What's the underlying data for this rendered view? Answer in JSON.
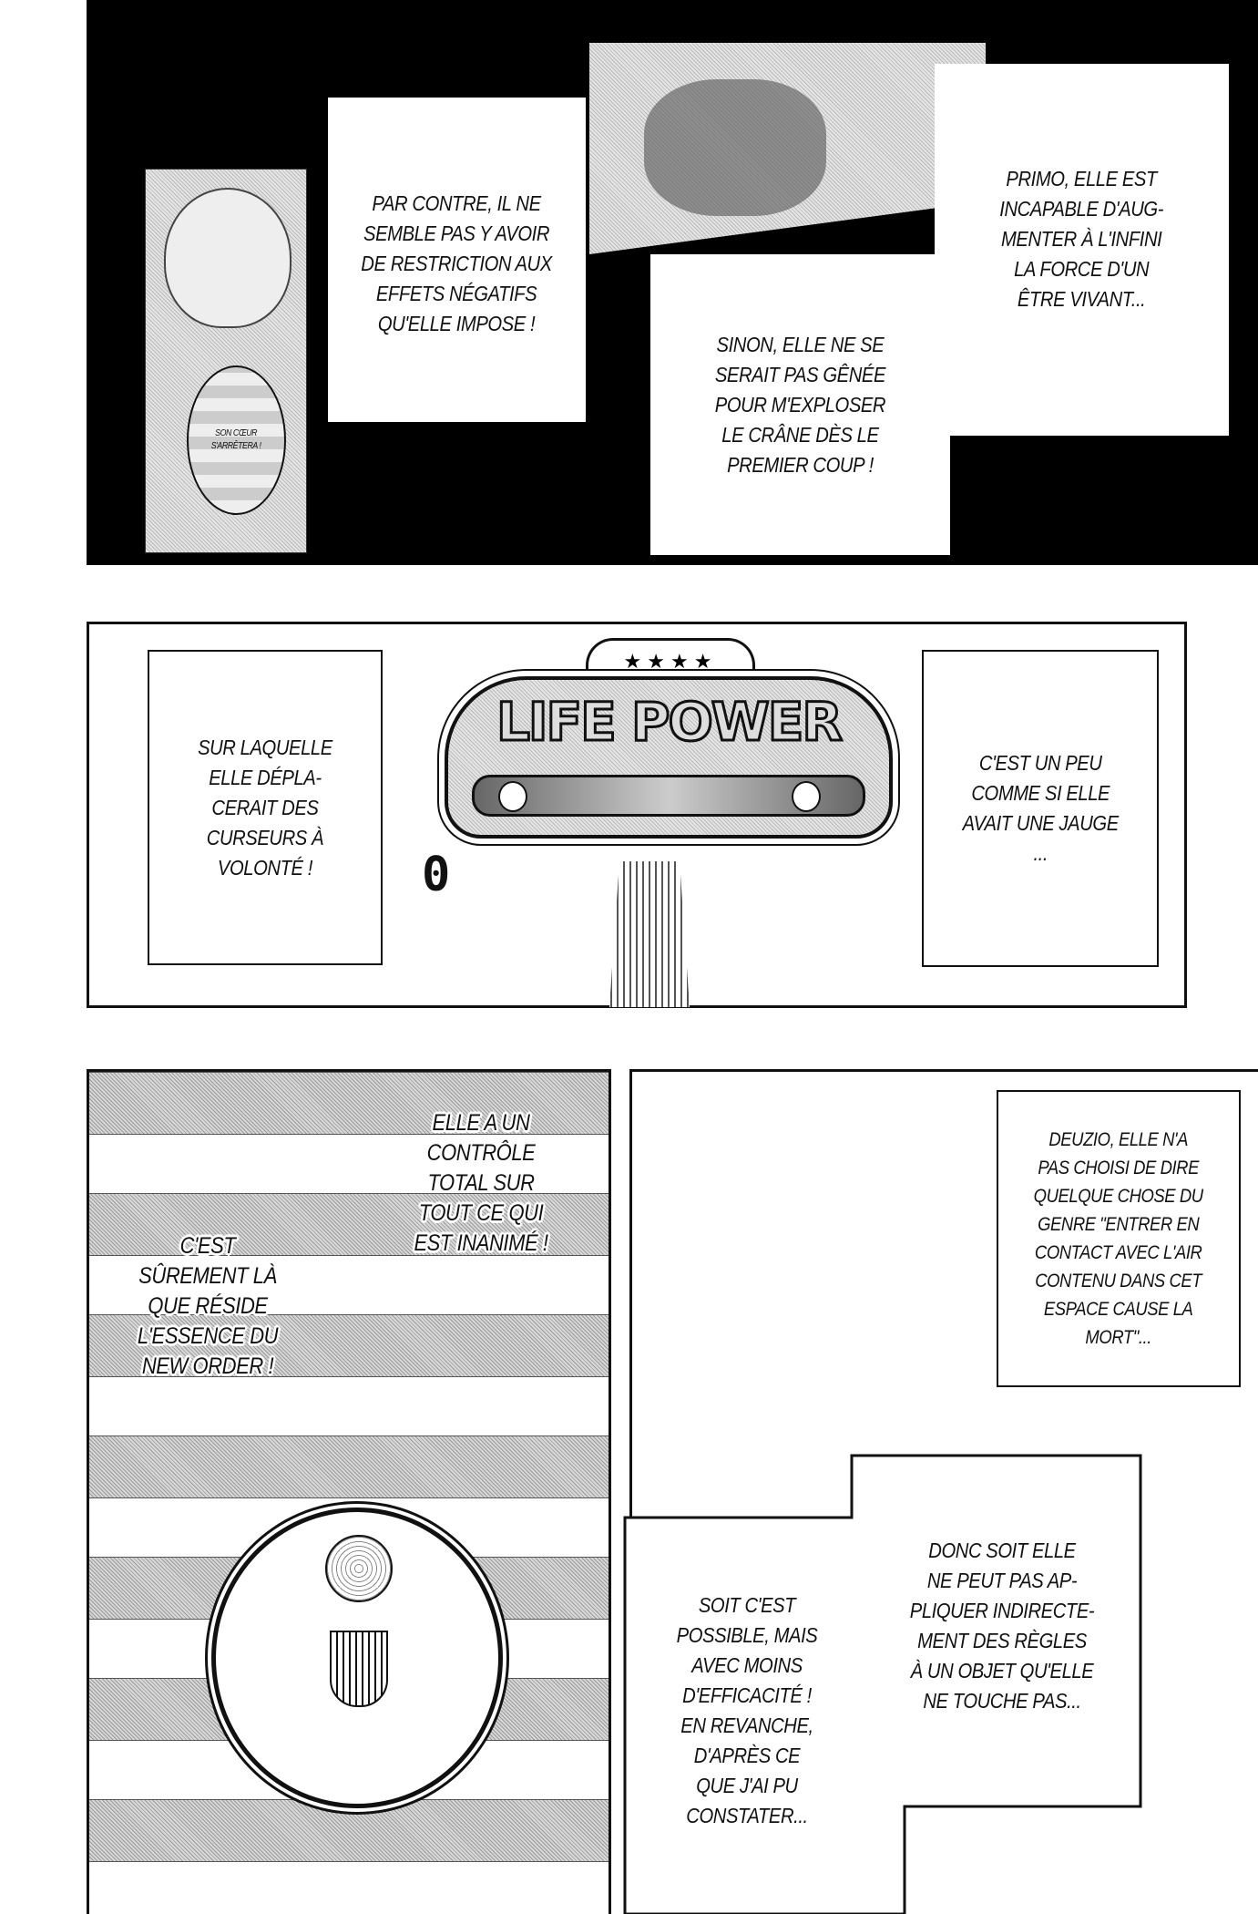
{
  "row1": {
    "face_bubble": "SON CŒUR\nS'ARRÊTERA !",
    "box_par_contre": "PAR CONTRE, IL NE\nSEMBLE PAS Y AVOIR\nDE RESTRICTION AUX\nEFFETS NÉGATIFS\nQU'ELLE IMPOSE !",
    "box_sinon": "SINON, ELLE NE SE\nSERAIT PAS GÊNÉE\nPOUR M'EXPLOSER\nLE CRÂNE DÈS LE\nPREMIER COUP !",
    "box_primo": "PRIMO, ELLE EST\nINCAPABLE D'AUG-\nMENTER À L'INFINI\nLA FORCE D'UN\nÊTRE VIVANT..."
  },
  "row2": {
    "box_left": "SUR LAQUELLE\nELLE DÉPLA-\nCERAIT DES\nCURSEURS À\nVOLONTÉ !",
    "sign_title": "LIFE POWER",
    "sign_stars": "★★★★",
    "digit": "0",
    "box_right": "C'EST UN PEU\nCOMME SI ELLE\nAVAIT UNE JAUGE\n..."
  },
  "row3": {
    "text_controle": "ELLE A UN\nCONTRÔLE\nTOTAL SUR\nTOUT CE QUI\nEST INANIMÉ !",
    "text_essence": "C'EST\nSÛREMENT LÀ\nQUE RÉSIDE\nL'ESSENCE DU\nNEW ORDER !",
    "box_deuzio": "DEUZIO, ELLE N'A\nPAS CHOISI DE DIRE\nQUELQUE CHOSE DU\nGENRE \"ENTRER EN\nCONTACT AVEC L'AIR\nCONTENU DANS CET\nESPACE CAUSE LA\nMORT\"...",
    "text_soit": "SOIT C'EST\nPOSSIBLE, MAIS\nAVEC MOINS\nD'EFFICACITÉ !\nEN REVANCHE,\nD'APRÈS CE\nQUE J'AI PU\nCONSTATER...",
    "text_donc": "DONC SOIT ELLE\nNE PEUT PAS AP-\nPLIQUER INDIRECTE-\nMENT DES RÈGLES\nÀ UN OBJET QU'ELLE\nNE TOUCHE PAS..."
  }
}
